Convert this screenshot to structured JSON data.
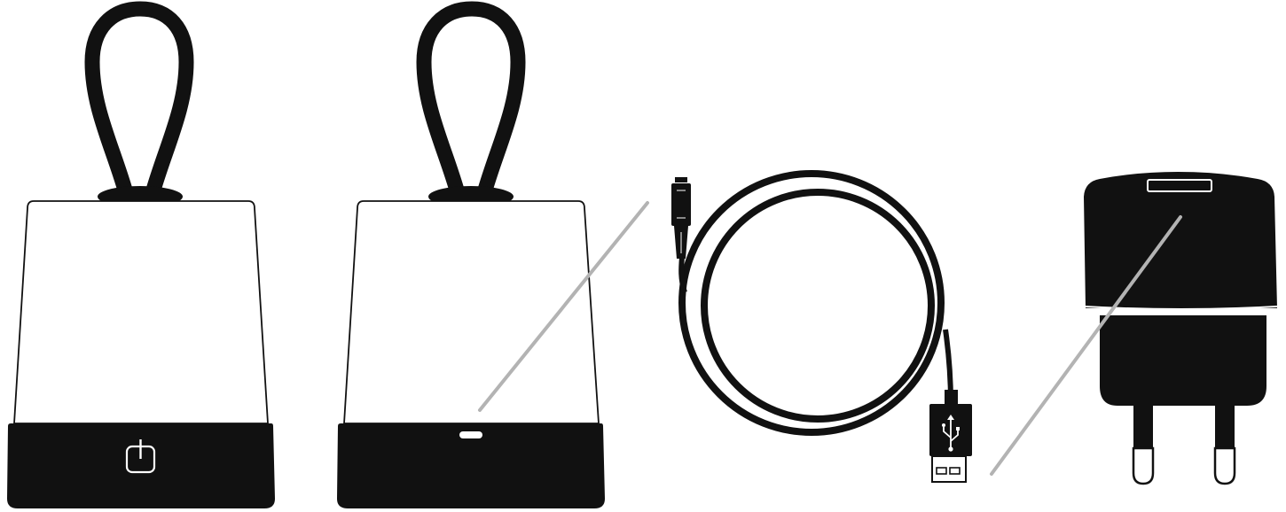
{
  "figure": {
    "components": [
      {
        "name": "lamp-front",
        "icon": "power-button-icon"
      },
      {
        "name": "lamp-back",
        "icon": "charging-port-icon"
      },
      {
        "name": "usb-cable",
        "icon": "usb-icon"
      },
      {
        "name": "wall-charger",
        "icon": "plug-icon"
      }
    ],
    "colors": {
      "ink": "#111111",
      "paper": "#ffffff",
      "leader_line": "#b3b3b3"
    }
  }
}
